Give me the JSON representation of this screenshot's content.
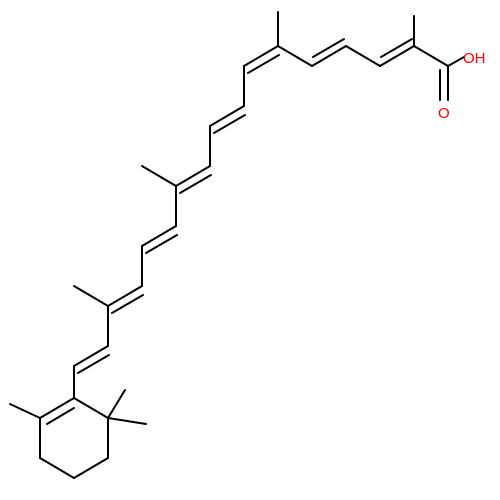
{
  "diagram": {
    "type": "skeletal-structure",
    "atom_labels": {
      "hydroxyl": "OH",
      "carbonyl_oxygen": "O"
    },
    "colors": {
      "bond": "#000000",
      "heteroatom": "#ff0000",
      "background": "#ffffff"
    }
  }
}
